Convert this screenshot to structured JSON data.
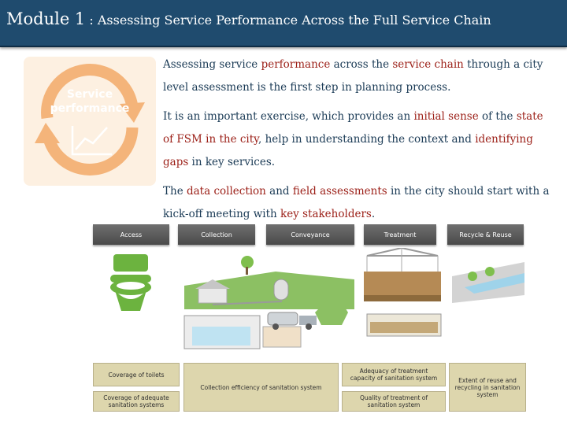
{
  "header": {
    "title_main": "Module 1",
    "title_rest": " : Assessing Service Performance Across the Full Service Chain"
  },
  "logo": {
    "line1": "Service",
    "line2": "performance",
    "colors": {
      "primary": "#f4b47a",
      "background": "#fdf0e1"
    }
  },
  "paragraphs": {
    "p1": [
      {
        "text": "Assessing service ",
        "hl": false
      },
      {
        "text": "performance",
        "hl": true
      },
      {
        "text": " across the ",
        "hl": false
      },
      {
        "text": "service chain",
        "hl": true
      },
      {
        "text": " through a city level assessment is the first step in planning process.",
        "hl": false
      }
    ],
    "p2": [
      {
        "text": "It is an important exercise, which provides an ",
        "hl": false
      },
      {
        "text": "initial sense",
        "hl": true
      },
      {
        "text": " of the ",
        "hl": false
      },
      {
        "text": "state of FSM in the city",
        "hl": true
      },
      {
        "text": ", help in understanding the context and ",
        "hl": false
      },
      {
        "text": "identifying gaps",
        "hl": true
      },
      {
        "text": " in key services.",
        "hl": false
      }
    ],
    "p3": [
      {
        "text": "The ",
        "hl": false
      },
      {
        "text": "data collection",
        "hl": true
      },
      {
        "text": " and ",
        "hl": false
      },
      {
        "text": "field assessments",
        "hl": true
      },
      {
        "text": " in the city should start with a kick-off meeting with ",
        "hl": false
      },
      {
        "text": "key stakeholders",
        "hl": true
      },
      {
        "text": ".",
        "hl": false
      }
    ]
  },
  "diagram": {
    "stages": [
      "Access",
      "Collection",
      "Conveyance",
      "Treatment",
      "Recycle & Reuse"
    ],
    "boxes": {
      "coverage_toilets": "Coverage of toilets",
      "coverage_adequate": "Coverage of adequate sanitation systems",
      "collection_efficiency": "Collection efficiency of sanitation system",
      "adequacy_treatment": "Adequacy of treatment capacity of sanitation system",
      "quality_treatment": "Quality of treatment of sanitation system",
      "extent_reuse": "Extent of reuse and recycling in sanitation system"
    },
    "colors": {
      "stage_bar": "#5a5a5a",
      "indicator_box": "#ddd6ad",
      "toilet": "#6cb33f",
      "highlight_text": "#9b1e16",
      "body_text": "#1a3a55",
      "title_bar": "#1f4b6e"
    }
  }
}
